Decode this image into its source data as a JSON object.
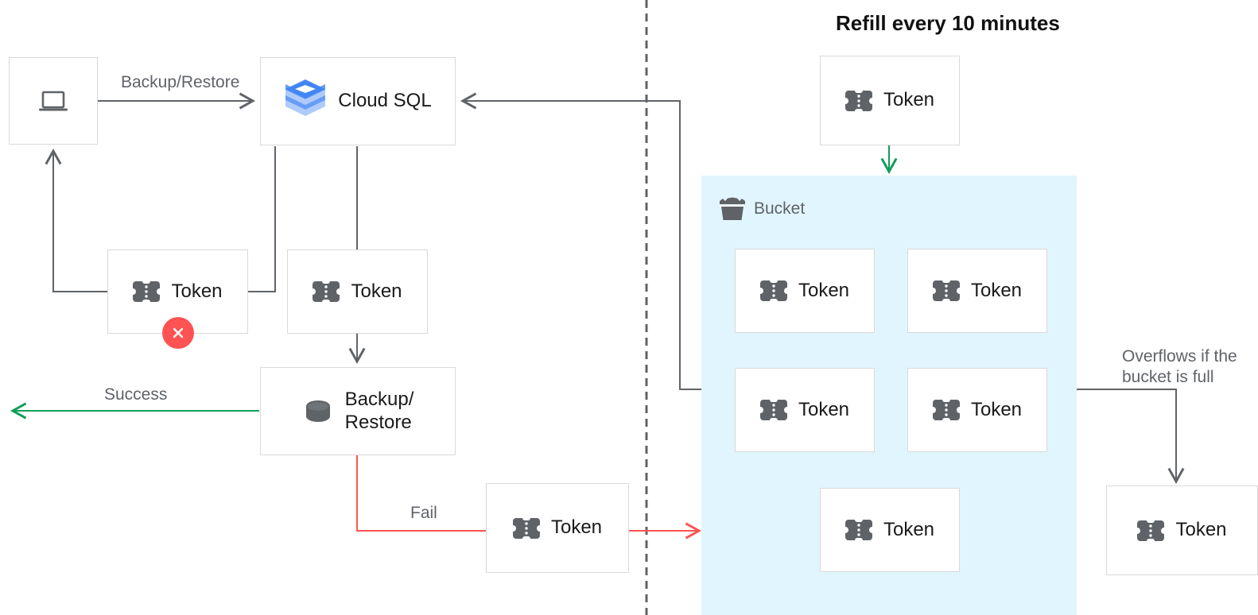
{
  "title": "Refill every 10 minutes",
  "colors": {
    "edge_default": "#5f6368",
    "edge_success": "#0f9d58",
    "edge_fail": "#ff5252",
    "bucket_fill": "#e1f5fe",
    "box_border": "#d9d9d9",
    "error_badge": "#ff5252",
    "text_primary": "#1a1a1a",
    "text_muted": "#5f6368",
    "cloudsql_blue": "#4285f4"
  },
  "nodes": {
    "client": {
      "icon": "laptop-icon",
      "label": ""
    },
    "cloud_sql": {
      "icon": "cloud-sql-logo",
      "label": "Cloud SQL"
    },
    "token_client": {
      "icon": "token-icon",
      "label": "Token",
      "badge": "error-x-badge"
    },
    "token_sql": {
      "icon": "token-icon",
      "label": "Token"
    },
    "backup_restore": {
      "icon": "database-icon",
      "label": "Backup/\nRestore"
    },
    "token_fail": {
      "icon": "token-icon",
      "label": "Token"
    },
    "token_refill": {
      "icon": "token-icon",
      "label": "Token"
    },
    "token_overflow": {
      "icon": "token-icon",
      "label": "Token"
    }
  },
  "bucket": {
    "title": "Bucket",
    "icon": "bucket-icon",
    "tokens": [
      {
        "label": "Token",
        "icon": "token-icon"
      },
      {
        "label": "Token",
        "icon": "token-icon"
      },
      {
        "label": "Token",
        "icon": "token-icon"
      },
      {
        "label": "Token",
        "icon": "token-icon"
      },
      {
        "label": "Token",
        "icon": "token-icon"
      }
    ]
  },
  "edge_labels": {
    "backup_restore": "Backup/Restore",
    "success": "Success",
    "fail": "Fail",
    "overflow": "Overflows if the\nbucket is full"
  }
}
